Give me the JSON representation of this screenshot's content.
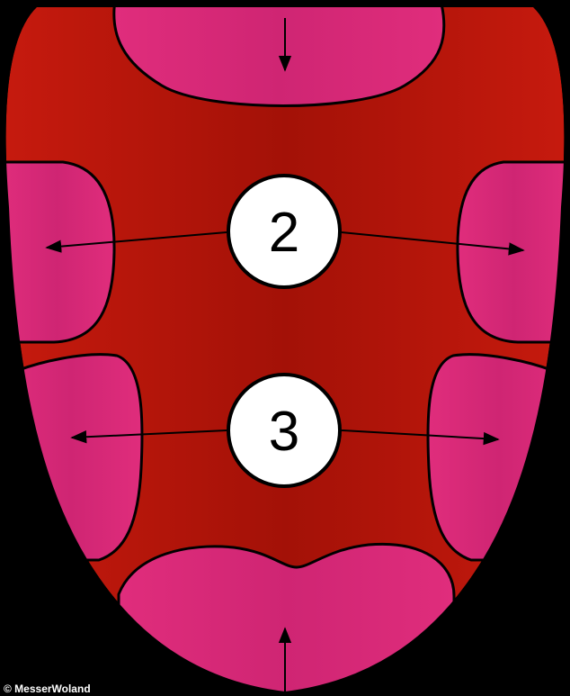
{
  "markers": [
    {
      "id": "2",
      "label": "2"
    },
    {
      "id": "3",
      "label": "3"
    }
  ],
  "credit": "© MesserWoland",
  "colors": {
    "background": "#000000",
    "tongue_base": "#c4190f",
    "tongue_center": "#a51208",
    "zone_fill": "#dd2a7a",
    "outline": "#000000",
    "marker_fill": "#ffffff"
  }
}
